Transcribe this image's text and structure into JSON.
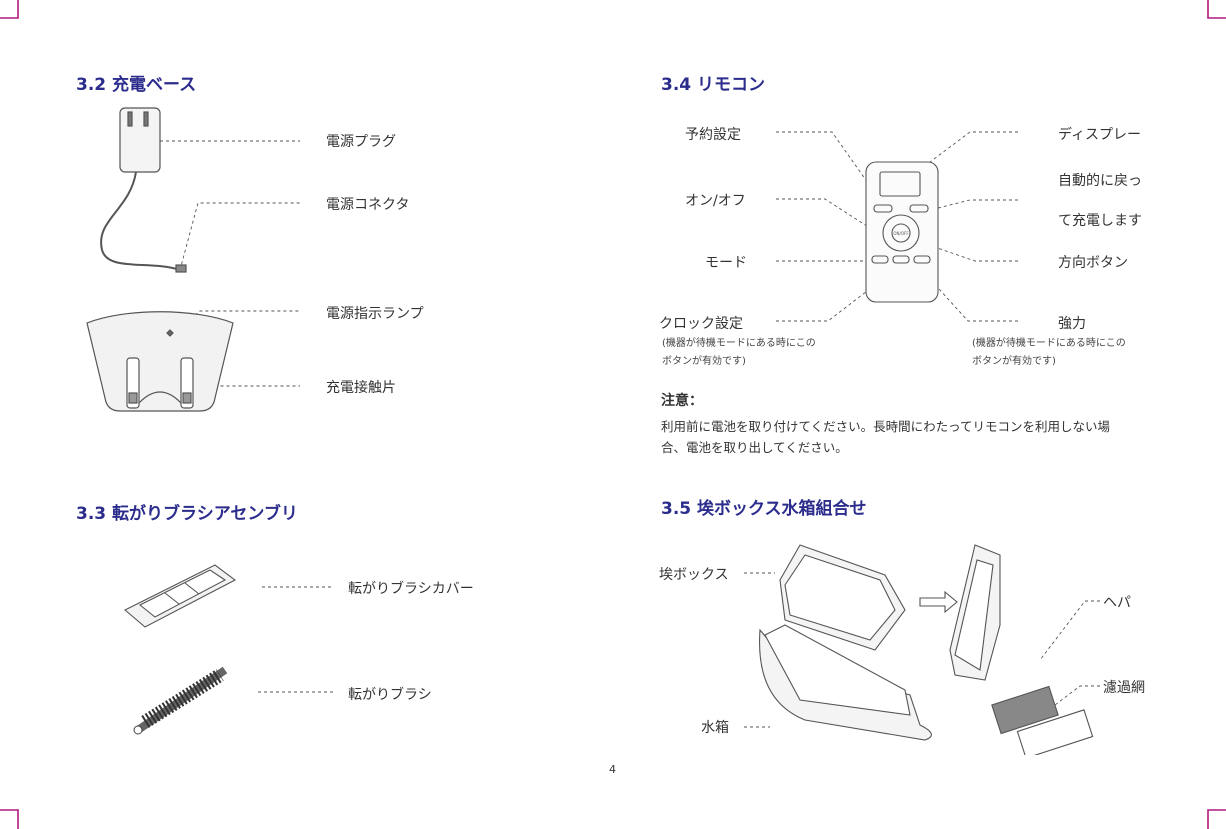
{
  "page_number": "4",
  "sec32": {
    "title": "3.2 充電ベース",
    "plug": "電源プラグ",
    "connector": "電源コネクタ",
    "lamp": "電源指示ランプ",
    "contacts": "充電接触片"
  },
  "sec33": {
    "title": "3.3 転がりブラシアセンブリ",
    "cover": "転がりブラシカバー",
    "brush": "転がりブラシ"
  },
  "sec34": {
    "title": "3.4 リモコン",
    "schedule": "予約設定",
    "onoff": "オン/オフ",
    "mode": "モード",
    "clock": "クロック設定",
    "note_left_1": "(機器が待機モードにある時にこの",
    "note_left_2": "ボタンが有効です)",
    "display": "ディスプレー",
    "return_1": "自動的に戻っ",
    "return_2": "て充電します",
    "direction": "方向ボタン",
    "strong": "強力",
    "note_right_1": "(機器が待機モードにある時にこの",
    "note_right_2": "ボタンが有効です)",
    "remote_center": "ON/OFF"
  },
  "notice": {
    "title": "注意：",
    "line1": "利用前に電池を取り付けてください。長時間にわたってリモコンを利用しない場",
    "line2": "合、電池を取り出してください。"
  },
  "sec35": {
    "title": "3.5 埃ボックス水箱組合せ",
    "dustbox": "埃ボックス",
    "water": "水箱",
    "hepa": "ヘパ",
    "filter": "濾過網"
  },
  "colors": {
    "heading": "#2b2c8c",
    "crop_mark": "#b0197e"
  }
}
